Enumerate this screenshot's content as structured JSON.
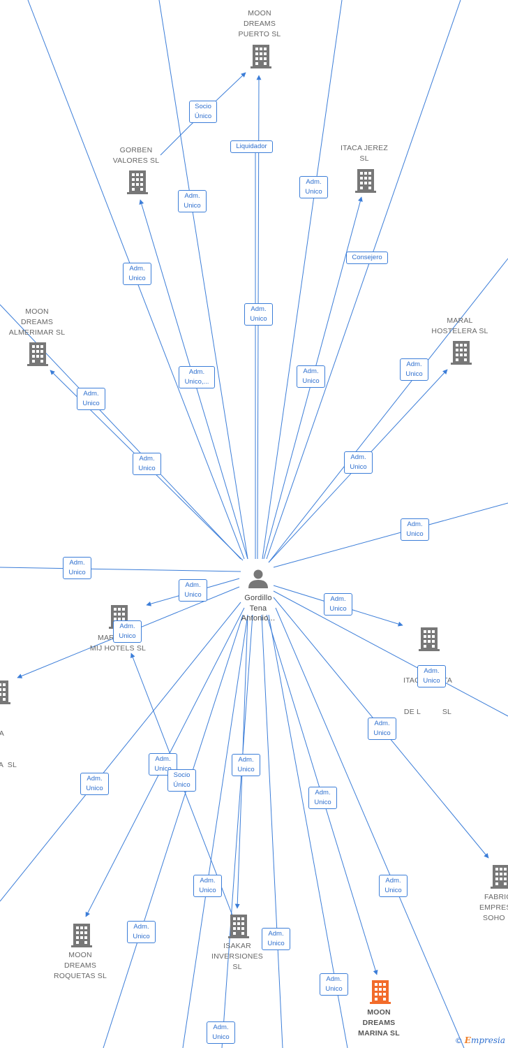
{
  "colors": {
    "edge": "#3b7dd8",
    "node": "#777777",
    "focus_node": "#f26b2a",
    "person": "#777777"
  },
  "person": {
    "name_lines": [
      "Gordillo",
      "Tena",
      "Antonio..."
    ],
    "icon": "person-icon"
  },
  "companies": [
    {
      "id": "moon-dreams-puerto",
      "lines": [
        "MOON",
        "DREAMS",
        "PUERTO  SL"
      ],
      "icon": "building-icon"
    },
    {
      "id": "gorben-valores",
      "lines": [
        "GORBEN",
        "VALORES  SL"
      ],
      "icon": "building-icon"
    },
    {
      "id": "itaca-jerez",
      "lines": [
        "ITACA JEREZ",
        "SL"
      ],
      "icon": "building-icon"
    },
    {
      "id": "moon-dreams-almerimar",
      "lines": [
        "MOON",
        "DREAMS",
        "ALMERIMAR  SL"
      ],
      "icon": "building-icon"
    },
    {
      "id": "maral-hostelera",
      "lines": [
        "MARAL",
        "HOSTELERA SL"
      ],
      "icon": "building-icon"
    },
    {
      "id": "mij-hotels",
      "lines": [
        "MAR",
        "MIJ HOTELS  SL"
      ],
      "icon": "building-icon"
    },
    {
      "id": "itaca-costa",
      "lines": [
        "ITACA COSTA",
        "DE L          SL"
      ],
      "icon": "building-icon"
    },
    {
      "id": "left-cut",
      "lines": [
        "A",
        "A  SL"
      ],
      "icon": "building-icon"
    },
    {
      "id": "moon-dreams-roquetas",
      "lines": [
        "MOON",
        "DREAMS",
        "ROQUETAS  SL"
      ],
      "icon": "building-icon"
    },
    {
      "id": "isakar-inversiones",
      "lines": [
        "ISAKAR",
        "INVERSIONES",
        "SL"
      ],
      "icon": "building-icon"
    },
    {
      "id": "moon-dreams-marina",
      "lines": [
        "MOON",
        "DREAMS",
        "MARINA  SL"
      ],
      "icon": "building-icon",
      "focus": true
    },
    {
      "id": "fabric-empres-soho",
      "lines": [
        "FABRIC",
        "EMPRES",
        "SOHO"
      ],
      "icon": "building-icon"
    }
  ],
  "edge_labels": [
    {
      "id": "socio-unico-gorben",
      "lines": [
        "Socio",
        "Único"
      ]
    },
    {
      "id": "liquidador",
      "lines": [
        "Liquidador"
      ]
    },
    {
      "id": "adm-unico-top-right",
      "lines": [
        "Adm.",
        "Unico"
      ]
    },
    {
      "id": "adm-unico-top-left",
      "lines": [
        "Adm.",
        "Unico"
      ]
    },
    {
      "id": "consejero",
      "lines": [
        "Consejero"
      ]
    },
    {
      "id": "adm-unico-gorben",
      "lines": [
        "Adm.",
        "Unico"
      ]
    },
    {
      "id": "adm-unico-center",
      "lines": [
        "Adm.",
        "Unico"
      ]
    },
    {
      "id": "adm-unico-maral",
      "lines": [
        "Adm.",
        "Unico"
      ]
    },
    {
      "id": "adm-unico-ellipsis",
      "lines": [
        "Adm.",
        "Unico,..."
      ]
    },
    {
      "id": "adm-unico-itaca-jerez",
      "lines": [
        "Adm.",
        "Unico"
      ]
    },
    {
      "id": "adm-unico-almerimar",
      "lines": [
        "Adm.",
        "Unico"
      ]
    },
    {
      "id": "adm-unico-almerimar-2",
      "lines": [
        "Adm.",
        "Unico"
      ]
    },
    {
      "id": "adm-unico-maral-2",
      "lines": [
        "Adm.",
        "Unico"
      ]
    },
    {
      "id": "adm-unico-right-mid",
      "lines": [
        "Adm.",
        "Unico"
      ]
    },
    {
      "id": "adm-unico-left-mid",
      "lines": [
        "Adm.",
        "Unico"
      ]
    },
    {
      "id": "adm-unico-mij",
      "lines": [
        "Adm.",
        "Unico"
      ]
    },
    {
      "id": "adm-unico-itaca-costa",
      "lines": [
        "Adm.",
        "Unico"
      ]
    },
    {
      "id": "adm-unico-mij-2",
      "lines": [
        "Adm.",
        "Unico"
      ]
    },
    {
      "id": "adm-unico-itaca-costa-2",
      "lines": [
        "Adm.",
        "Unico"
      ]
    },
    {
      "id": "adm-unico-fabric",
      "lines": [
        "Adm.",
        "Unico"
      ]
    },
    {
      "id": "adm-unico-lower-left",
      "lines": [
        "Adm.",
        "Unico"
      ]
    },
    {
      "id": "adm-unico-roquetas",
      "lines": [
        "Adm.",
        "Unico"
      ]
    },
    {
      "id": "socio-unico-isakar",
      "lines": [
        "Socio",
        "Único"
      ]
    },
    {
      "id": "adm-unico-isakar",
      "lines": [
        "Adm.",
        "Unico"
      ]
    },
    {
      "id": "adm-unico-marina",
      "lines": [
        "Adm.",
        "Unico"
      ]
    },
    {
      "id": "adm-unico-low-right",
      "lines": [
        "Adm.",
        "Unico"
      ]
    },
    {
      "id": "adm-unico-low-center-left",
      "lines": [
        "Adm.",
        "Unico"
      ]
    },
    {
      "id": "adm-unico-low-left",
      "lines": [
        "Adm.",
        "Unico"
      ]
    },
    {
      "id": "adm-unico-low-center",
      "lines": [
        "Adm.",
        "Unico"
      ]
    },
    {
      "id": "adm-unico-marina-2",
      "lines": [
        "Adm.",
        "Unico"
      ]
    },
    {
      "id": "adm-unico-bottom",
      "lines": [
        "Adm.",
        "Unico"
      ]
    }
  ],
  "brand": {
    "copyright": "©",
    "e": "E",
    "name": "mpresia"
  }
}
